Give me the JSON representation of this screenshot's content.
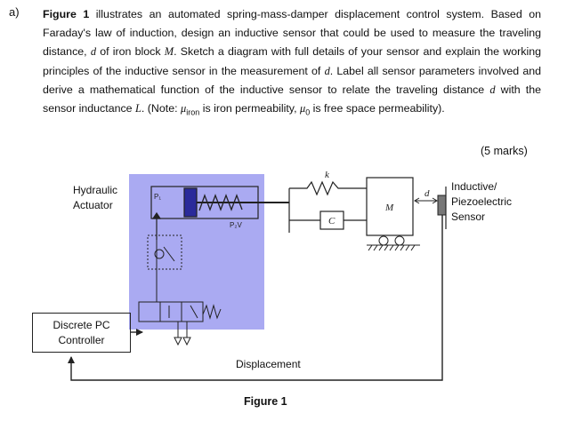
{
  "question": {
    "part": "a)",
    "figure_ref": "Figure 1",
    "text1": " illustrates an automated spring-mass-damper displacement control system. Based on Faraday's law of induction, design an inductive sensor that could be used to measure the traveling distance, ",
    "var_d": "d",
    "text2": " of iron block ",
    "var_M": "M",
    "text3": ". Sketch a diagram with full details of your sensor and explain the working principles of the inductive sensor in the measurement of ",
    "var_d2": "d",
    "text4": ". Label all sensor parameters involved and derive a mathematical function of the inductive sensor to relate the traveling distance ",
    "var_d3": "d",
    "text5": " with the sensor inductance ",
    "var_L": "L",
    "text6": ". (Note: ",
    "mu": "μ",
    "mu_sub": "iron",
    "text7": " is iron permeability, ",
    "mu0": "μ",
    "mu0_sub": "0",
    "text8": " is free space permeability)."
  },
  "marks": "(5 marks)",
  "figure": {
    "hydraulic_1": "Hydraulic",
    "hydraulic_2": "Actuator",
    "sensor_1": "Inductive/",
    "sensor_2": "Piezoelectric",
    "sensor_3": "Sensor",
    "controller_1": "Discrete PC",
    "controller_2": "Controller",
    "displacement": "Displacement",
    "caption": "Figure 1",
    "k": "k",
    "c": "C",
    "M": "M",
    "d": "d",
    "p1": "P₁",
    "p2": "P₂V"
  },
  "colors": {
    "actuator_box": "#aaaaf2",
    "piston": "#2a2a9a",
    "line": "#222222"
  }
}
